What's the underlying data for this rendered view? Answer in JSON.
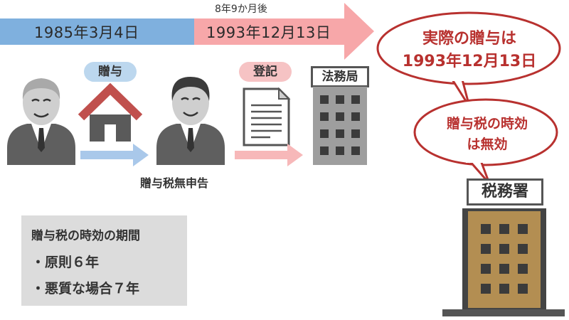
{
  "timeline": {
    "start_date": "1985年3月4日",
    "end_date": "1993年12月13日",
    "duration": "8年9か月後"
  },
  "labels": {
    "gift": "贈与",
    "registration": "登記",
    "legal_bureau": "法務局",
    "no_declaration": "贈与税無申告",
    "tax_office": "税務署"
  },
  "bubbles": {
    "actual_gift_line1": "実際の贈与は",
    "actual_gift_line2": "1993年12月13日",
    "invalid_line1": "贈与税の時効",
    "invalid_line2": "は無効"
  },
  "note": {
    "title": "贈与税の時効の期間",
    "rule_principle": "・原則６年",
    "rule_malicious": "・悪質な場合７年"
  },
  "colors": {
    "timeline_blue": "#7fb0de",
    "timeline_pink": "#f7a7a9",
    "bubble_red": "#b8312f",
    "house_red": "#c0504d",
    "tax_office_brown": "#b38e52",
    "building_gray": "#9e9e9e"
  }
}
